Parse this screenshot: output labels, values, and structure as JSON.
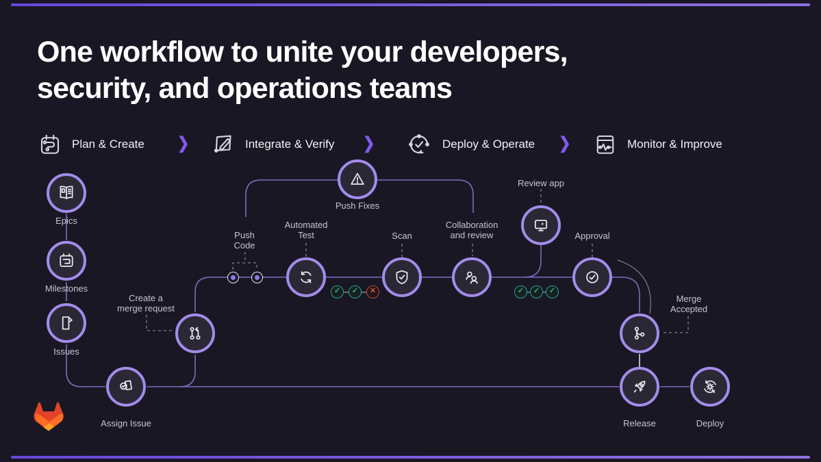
{
  "title": {
    "line1": "One workflow to unite your developers,",
    "line2": "security, and operations teams"
  },
  "phases": [
    {
      "label": "Plan & Create",
      "icon": "plan-icon"
    },
    {
      "label": "Integrate & Verify",
      "icon": "edit-pencil-icon"
    },
    {
      "label": "Deploy & Operate",
      "icon": "deploy-cycle-icon"
    },
    {
      "label": "Monitor & Improve",
      "icon": "monitor-pulse-icon"
    }
  ],
  "chevron_glyph": "❯",
  "labels": {
    "epics": "Epics",
    "milestones": "Milestones",
    "issues": "Issues",
    "assign_issue": "Assign Issue",
    "create_mr_1": "Create a",
    "create_mr_2": "merge request",
    "push_code_1": "Push",
    "push_code_2": "Code",
    "automated_test_1": "Automated",
    "automated_test_2": "Test",
    "push_fixes": "Push Fixes",
    "scan": "Scan",
    "collaboration_1": "Collaboration",
    "collaboration_2": "and review",
    "review_app": "Review app",
    "approval": "Approval",
    "merge_accepted_1": "Merge",
    "merge_accepted_2": "Accepted",
    "release": "Release",
    "deploy": "Deploy"
  },
  "glyphs": {
    "pass": "✓",
    "fail": "✕"
  },
  "checks": {
    "after_automated_test": [
      "pass",
      "pass",
      "fail"
    ],
    "before_approval": [
      "pass",
      "pass",
      "pass"
    ]
  },
  "colors": {
    "background": "#1a1724",
    "accent_purple": "#7f5af0",
    "node_ring": "#a28cea",
    "connector": "#8676d0",
    "success": "#2aa08e",
    "fail": "#c0463c",
    "label_text": "#c7c4cf",
    "title_text": "#ffffff",
    "logo_red": "#e24329",
    "logo_orange": "#fc6d26",
    "logo_yellow": "#fca326"
  },
  "brand": {
    "logo": "gitlab-tanuki"
  }
}
